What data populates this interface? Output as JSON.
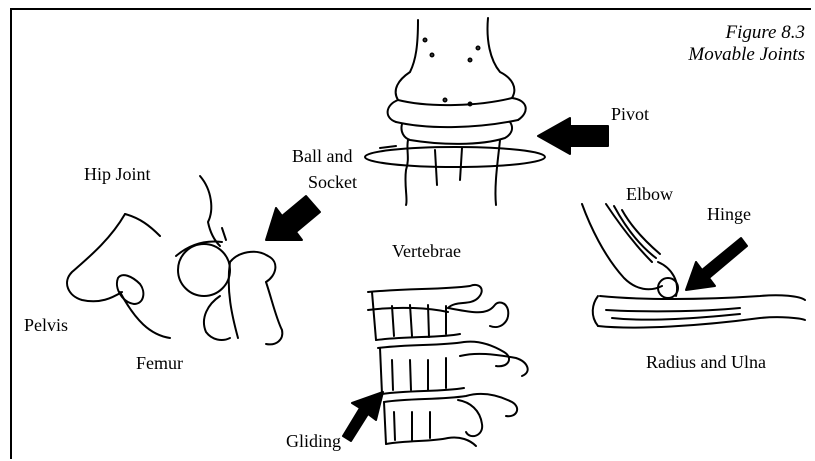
{
  "figure": {
    "caption_line1": "Figure 8.3",
    "caption_line2": "Movable Joints"
  },
  "labels": {
    "pivot": "Pivot",
    "ball_socket_line1": "Ball and",
    "ball_socket_line2": "Socket",
    "hip_joint": "Hip Joint",
    "elbow": "Elbow",
    "hinge": "Hinge",
    "vertebrae": "Vertebrae",
    "pelvis": "Pelvis",
    "femur": "Femur",
    "radius_ulna": "Radius and Ulna",
    "gliding": "Gliding"
  },
  "colors": {
    "ink": "#000000",
    "paper": "#ffffff"
  }
}
